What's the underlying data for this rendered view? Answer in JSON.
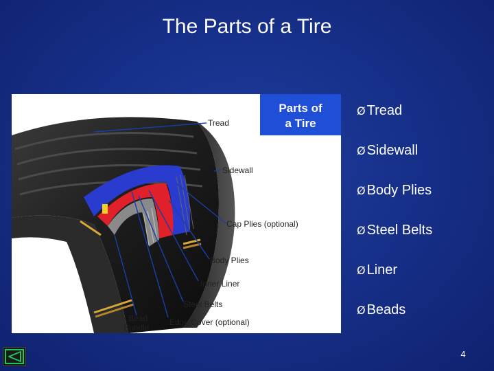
{
  "slide": {
    "title": "The Parts of a Tire",
    "page_number": "4"
  },
  "figure": {
    "header_line1": "Parts of",
    "header_line2": "a Tire",
    "labels": {
      "tread": "Tread",
      "sidewall": "Sidewall",
      "cap_plies": "Cap Plies (optional)",
      "body_plies": "Body Plies",
      "inner_liner": "Inner Liner",
      "steel_belts": "Steel Belts",
      "bead_line1": "Bead",
      "bead_line2": "Bundle",
      "edge_cover": "Edge Cover (optional)"
    },
    "colors": {
      "header_bg": "#1f4fd6",
      "rubber": "#1c1c1c",
      "blue_layer": "#2a3bd0",
      "red_layer": "#e0202a",
      "pointer": "#1a3fa8"
    }
  },
  "bullets": {
    "marker": "Ø",
    "items": [
      "Tread",
      "Sidewall",
      "Body Plies",
      "Steel Belts",
      "Liner",
      "Beads"
    ]
  },
  "nav": {
    "icon": "back-arrow-icon",
    "icon_color": "#22c55e"
  }
}
